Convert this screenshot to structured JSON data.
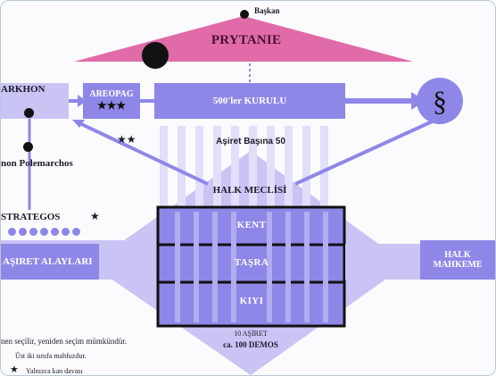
{
  "top": {
    "president": "Başkan",
    "prytanie": "PRYTANIE"
  },
  "archon": {
    "label": "ARKHON",
    "polemarch": "non Polemarchos"
  },
  "areopag": {
    "label": "AREOPAG",
    "stars": "★★★"
  },
  "council": {
    "label": "500'ler KURULU",
    "tribe_quota": "Aşiret Başına 50"
  },
  "law_icon": "§",
  "double_star": "★★",
  "assembly": {
    "label": "HALK MECLİSİ",
    "rows": [
      "KENT",
      "TAŞRA",
      "KIYI"
    ]
  },
  "strategos": {
    "label": "STRATEGOS",
    "star": "★"
  },
  "tribal_regiments": "AŞIRET ALAYLARI",
  "court": {
    "line1": "HALK",
    "line2": "MAHKEME"
  },
  "demos": {
    "tribes": "10 AŞİRET",
    "demos_count": "ca. 100 DEMOS"
  },
  "notes": {
    "line1": "nen seçilir, yeniden seçim mümkündür.",
    "line2": "Üst iki sınıfa mahfuzdur.",
    "star": "★",
    "line3": "Yalnızca kan davası"
  },
  "colors": {
    "violet": "#8f87e8",
    "light_violet": "#d7d3f6",
    "pink": "#e06ba8",
    "dark": "#111111"
  }
}
